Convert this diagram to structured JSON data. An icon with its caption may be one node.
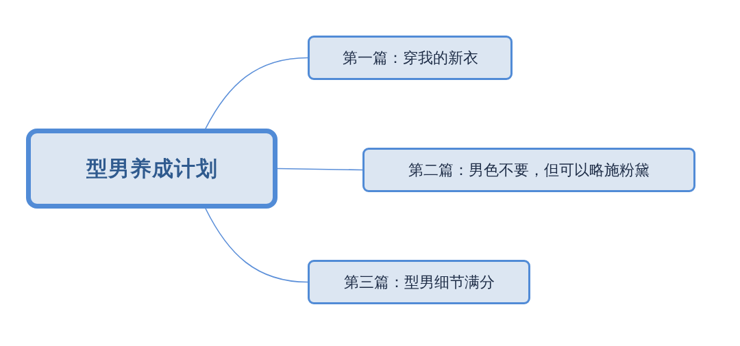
{
  "diagram": {
    "nodes": [
      {
        "text": [
          "型男养成计划"
        ]
      },
      {
        "text": [
          "第一篇：穿我的新衣"
        ]
      },
      {
        "text": [
          "第二篇：男色不要，但可以略施粉黛"
        ]
      },
      {
        "text": [
          "第三篇：型男细节满分"
        ]
      }
    ],
    "edges": [
      {
        "from": 0,
        "to": 1,
        "arrow": "none"
      },
      {
        "from": 0,
        "to": 2,
        "arrow": "none"
      },
      {
        "from": 0,
        "to": 3,
        "arrow": "none"
      }
    ]
  }
}
